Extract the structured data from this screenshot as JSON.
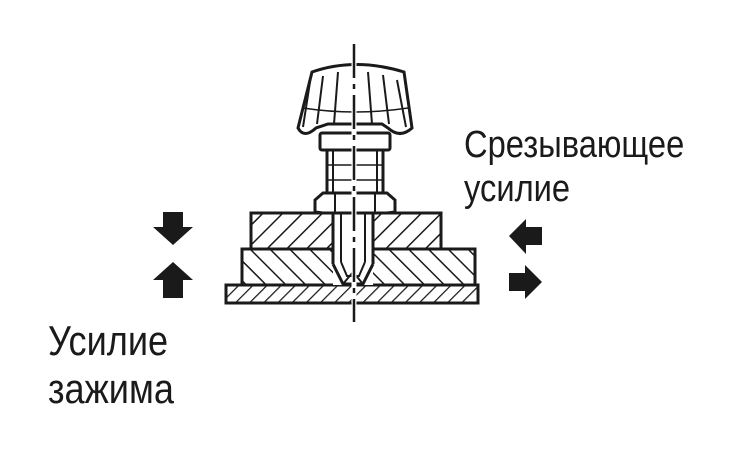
{
  "labels": {
    "shear_force": {
      "line1": "Срезывающее",
      "line2": "усилие"
    },
    "clamping_force": {
      "line1": "Усилие",
      "line2": "зажима"
    }
  },
  "colors": {
    "ink": "#1a1a1a",
    "background": "#ffffff"
  },
  "icons": [
    "arrow-down-icon",
    "arrow-up-icon",
    "arrow-left-icon",
    "arrow-right-icon"
  ]
}
